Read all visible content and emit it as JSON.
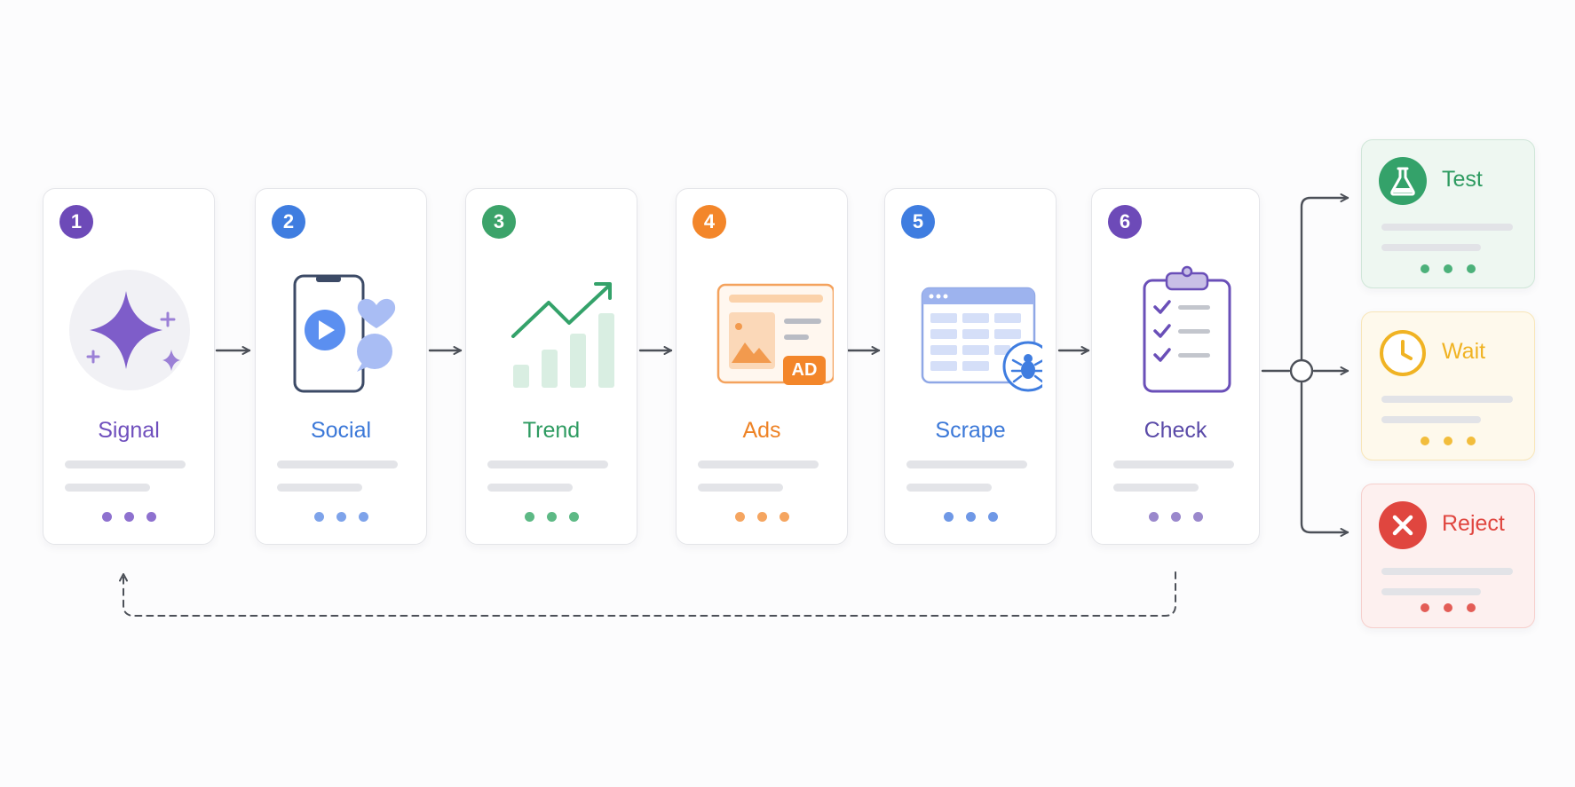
{
  "steps": [
    {
      "number": "1",
      "label": "Signal",
      "color": "#6f4fbd",
      "badge_color": "#6d4ab8",
      "dot_color": "#8e71cf"
    },
    {
      "number": "2",
      "label": "Social",
      "color": "#3b78d8",
      "badge_color": "#3f7de0",
      "dot_color": "#7ea3ea"
    },
    {
      "number": "3",
      "label": "Trend",
      "color": "#2e9b61",
      "badge_color": "#3ca36a",
      "dot_color": "#5db985"
    },
    {
      "number": "4",
      "label": "Ads",
      "color": "#ee8326",
      "badge_color": "#f3862a",
      "dot_color": "#f5a560"
    },
    {
      "number": "5",
      "label": "Scrape",
      "color": "#3b78d8",
      "badge_color": "#3f7de0",
      "dot_color": "#6f98e6"
    },
    {
      "number": "6",
      "label": "Check",
      "color": "#5a4aa8",
      "badge_color": "#6d4ab8",
      "dot_color": "#9a88cc"
    }
  ],
  "ads_tag": "AD",
  "outcomes": [
    {
      "label": "Test",
      "color": "#2e9b61",
      "icon": "flask-icon"
    },
    {
      "label": "Wait",
      "color": "#f0b323",
      "icon": "clock-icon"
    },
    {
      "label": "Reject",
      "color": "#e0463f",
      "icon": "x-circle-icon"
    }
  ]
}
